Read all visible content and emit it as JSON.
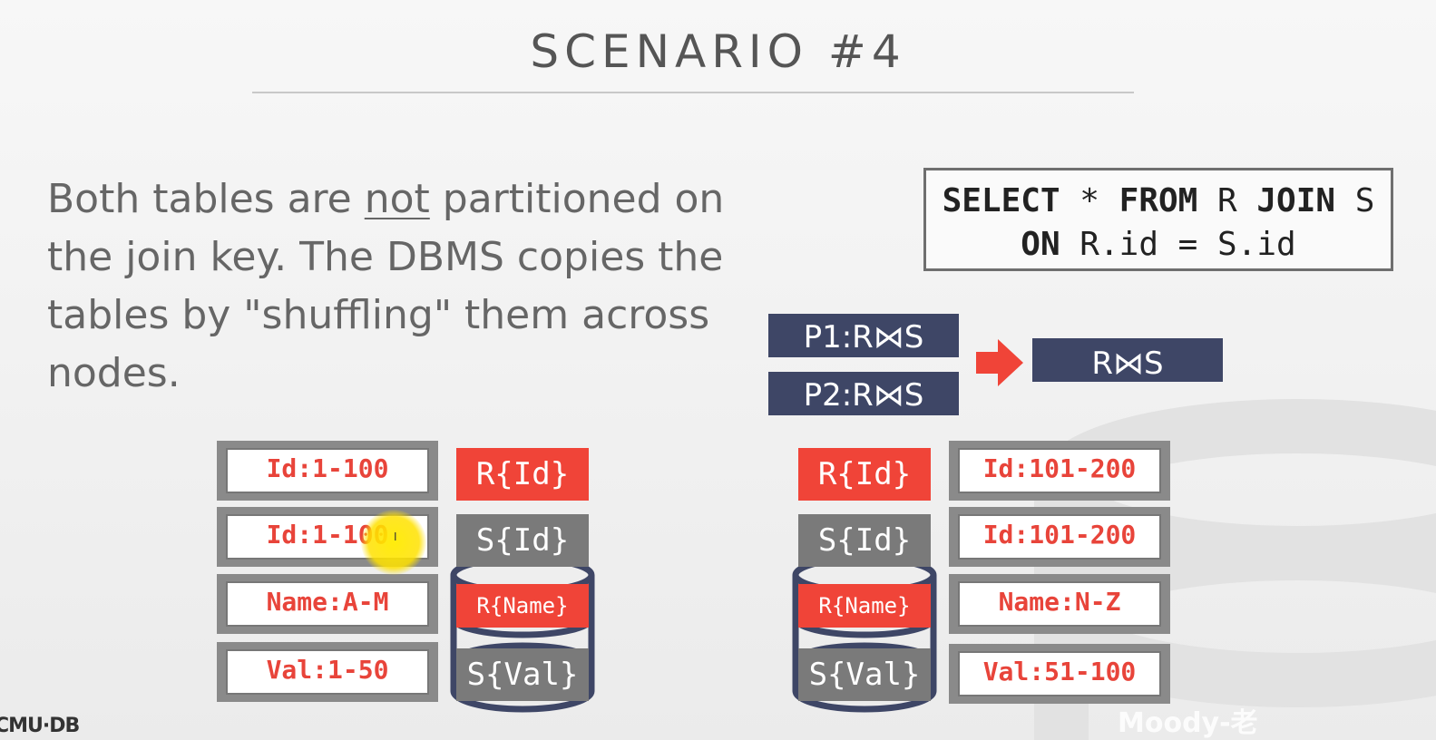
{
  "slide": {
    "title": "SCENARIO #4",
    "body_before": "Both tables are ",
    "body_underlined": "not",
    "body_after": " partitioned on the join key. The DBMS copies the tables by \"shuffling\" them across nodes."
  },
  "query": {
    "line1_kw1": "SELECT",
    "line1_mid": " * ",
    "line1_kw2": "FROM",
    "line1_r": " R ",
    "line1_kw3": "JOIN",
    "line1_s": " S",
    "line2_kw": "ON",
    "line2_rest": " R.id = S.id"
  },
  "results": {
    "p1": "P1:R⋈S",
    "p2": "P2:R⋈S",
    "final": "R⋈S"
  },
  "left_node": {
    "partitions": [
      "Id:1-100",
      "Id:1-100",
      "Name:A-M",
      "Val:1-50"
    ],
    "tags": [
      "R{Id}",
      "S{Id}",
      "R{Name}",
      "S{Val}"
    ]
  },
  "right_node": {
    "partitions": [
      "Id:101-200",
      "Id:101-200",
      "Name:N-Z",
      "Val:51-100"
    ],
    "tags": [
      "R{Id}",
      "S{Id}",
      "R{Name}",
      "S{Val}"
    ]
  },
  "colors": {
    "red": "#f04438",
    "navy": "#3e4666",
    "gray": "#7a7a7a"
  },
  "footer": {
    "logo": "CMU·DB",
    "watermark": "Moody-老"
  }
}
